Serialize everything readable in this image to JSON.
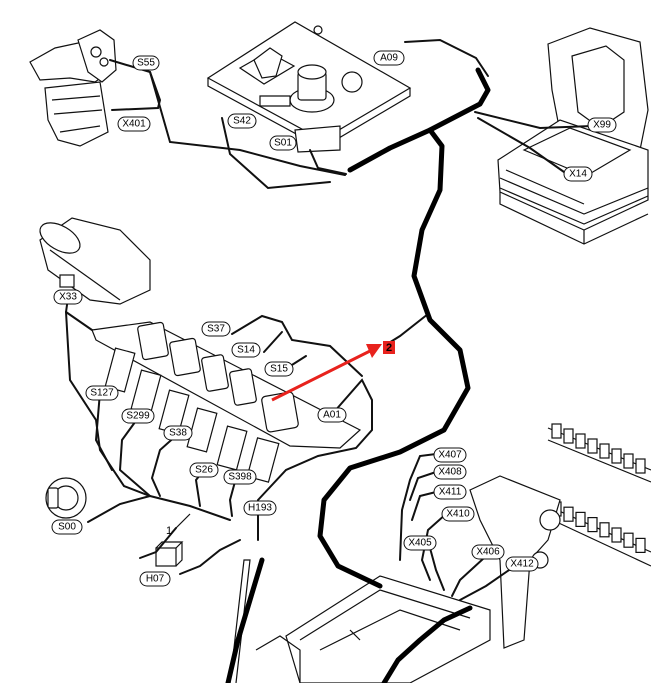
{
  "labels": {
    "s55": "S55",
    "a09": "A09",
    "x401": "X401",
    "s42": "S42",
    "s01": "S01",
    "x99": "X99",
    "x14": "X14",
    "x33": "X33",
    "s37": "S37",
    "s14": "S14",
    "s15": "S15",
    "a01": "A01",
    "s127": "S127",
    "s299": "S299",
    "s38": "S38",
    "s26": "S26",
    "s398": "S398",
    "h193": "H193",
    "s00": "S00",
    "h07": "H07",
    "x407": "X407",
    "x408": "X408",
    "x411": "X411",
    "x410": "X410",
    "x405": "X405",
    "x406": "X406",
    "x412": "X412"
  },
  "callouts": {
    "one": "1",
    "two": "2"
  },
  "colors": {
    "highlight": "#e8221d",
    "line": "#111111"
  }
}
